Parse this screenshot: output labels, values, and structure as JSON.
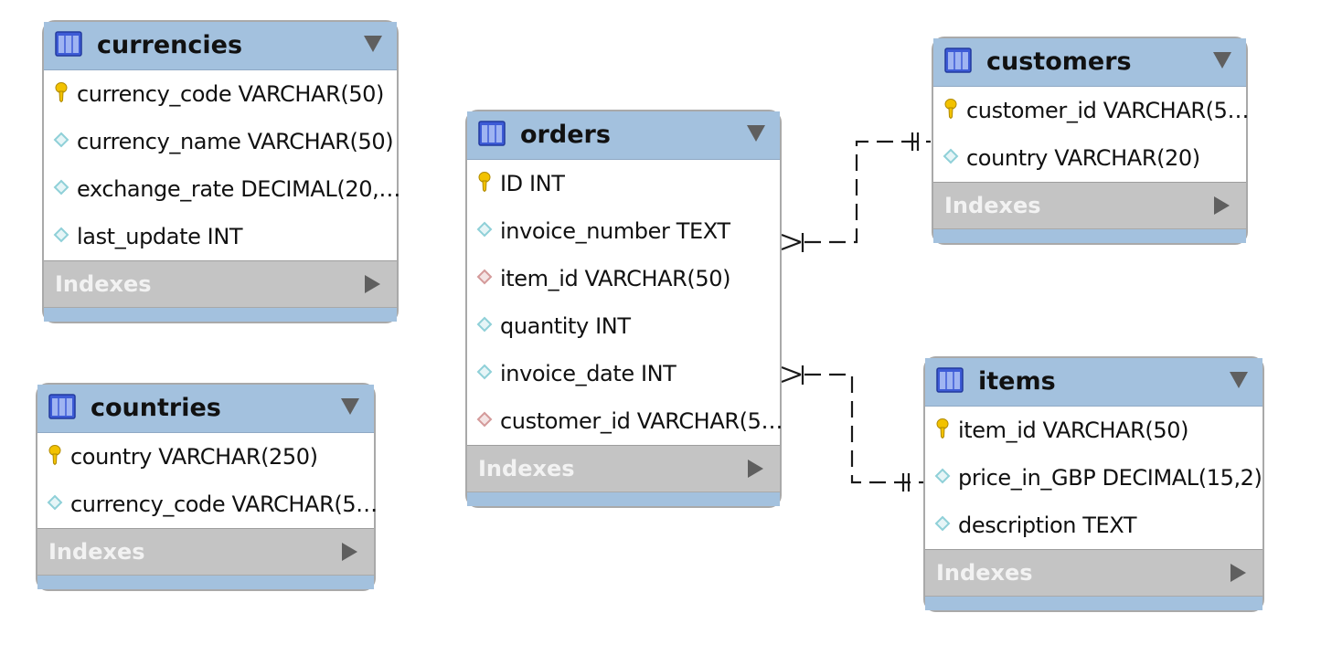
{
  "indexes_label": "Indexes",
  "colors": {
    "header": "#a3c1de",
    "indexes_bar": "#c4c4c4",
    "border": "#a9a9a9",
    "primary_key_icon": "#f2c200",
    "column_icon": "#8fd0d8",
    "foreign_key_icon": "#d49a9a"
  },
  "tables": {
    "currencies": {
      "name": "currencies",
      "columns": [
        {
          "icon": "primary-key-icon",
          "text": "currency_code VARCHAR(50)"
        },
        {
          "icon": "column-diamond-icon",
          "text": "currency_name VARCHAR(50)"
        },
        {
          "icon": "column-diamond-icon",
          "text": "exchange_rate DECIMAL(20,…"
        },
        {
          "icon": "column-diamond-icon",
          "text": "last_update INT"
        }
      ]
    },
    "countries": {
      "name": "countries",
      "columns": [
        {
          "icon": "primary-key-icon",
          "text": "country VARCHAR(250)"
        },
        {
          "icon": "column-diamond-icon",
          "text": "currency_code VARCHAR(5…"
        }
      ]
    },
    "orders": {
      "name": "orders",
      "columns": [
        {
          "icon": "primary-key-icon",
          "text": "ID INT"
        },
        {
          "icon": "column-diamond-icon",
          "text": "invoice_number TEXT"
        },
        {
          "icon": "foreign-key-diamond-icon",
          "text": "item_id VARCHAR(50)"
        },
        {
          "icon": "column-diamond-icon",
          "text": "quantity INT"
        },
        {
          "icon": "column-diamond-icon",
          "text": "invoice_date INT"
        },
        {
          "icon": "foreign-key-diamond-icon",
          "text": "customer_id VARCHAR(5…"
        }
      ]
    },
    "customers": {
      "name": "customers",
      "columns": [
        {
          "icon": "primary-key-icon",
          "text": "customer_id VARCHAR(5…"
        },
        {
          "icon": "column-diamond-icon",
          "text": "country VARCHAR(20)"
        }
      ]
    },
    "items": {
      "name": "items",
      "columns": [
        {
          "icon": "primary-key-icon",
          "text": "item_id VARCHAR(50)"
        },
        {
          "icon": "column-diamond-icon",
          "text": "price_in_GBP DECIMAL(15,2)"
        },
        {
          "icon": "column-diamond-icon",
          "text": "description TEXT"
        }
      ]
    }
  },
  "relationships": [
    {
      "from": "orders",
      "to": "customers",
      "from_cardinality": "one-or-many",
      "to_cardinality": "exactly-one"
    },
    {
      "from": "orders",
      "to": "items",
      "from_cardinality": "one-or-many",
      "to_cardinality": "exactly-one"
    }
  ]
}
